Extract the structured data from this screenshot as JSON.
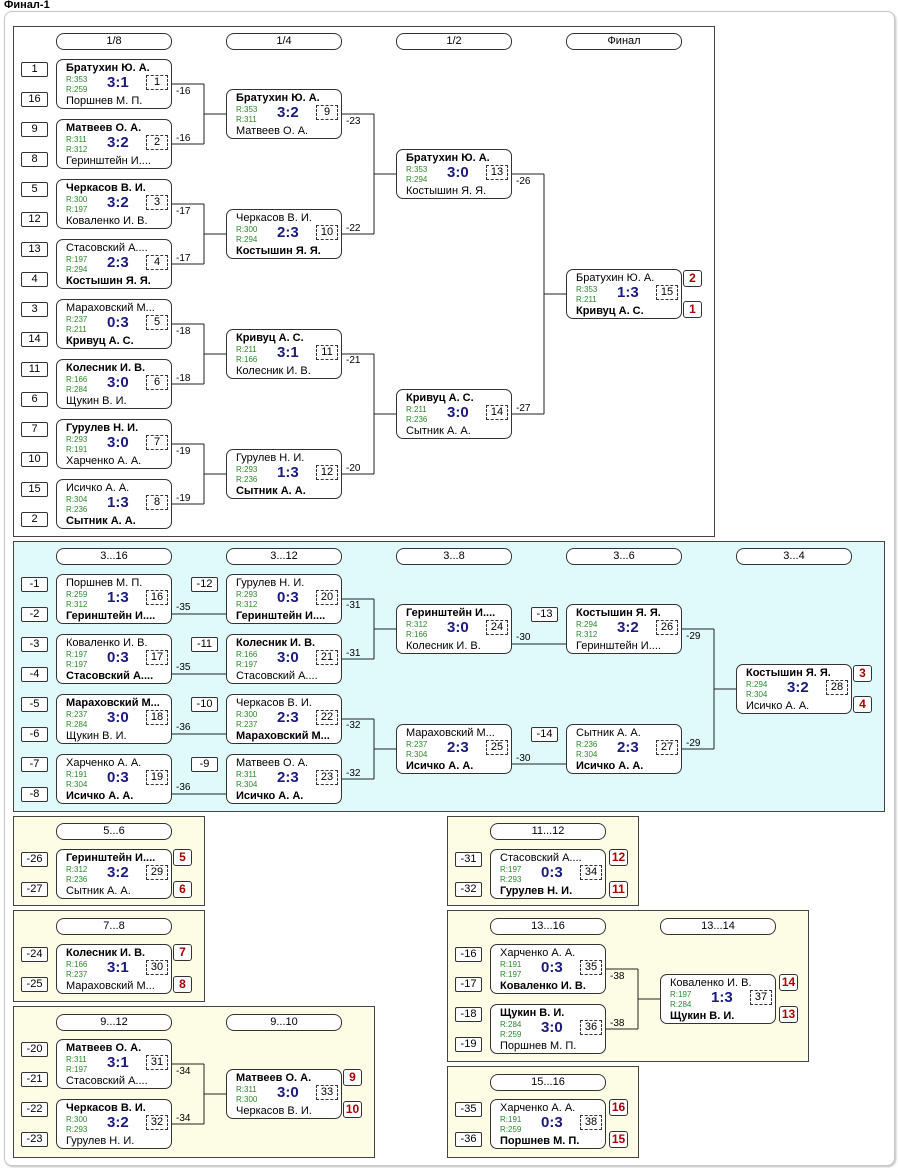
{
  "title": "Финал-1",
  "rounds": [
    "1/8",
    "1/4",
    "1/2",
    "Финал",
    "3...16",
    "3...12",
    "3...8",
    "3...6",
    "3...4",
    "5...6",
    "11...12",
    "7...8",
    "13...16",
    "13...14",
    "9...12",
    "9...10",
    "15...16"
  ],
  "seeds": [
    "1",
    "16",
    "9",
    "8",
    "5",
    "12",
    "13",
    "4",
    "3",
    "14",
    "11",
    "6",
    "7",
    "10",
    "15",
    "2",
    "-1",
    "-2",
    "-3",
    "-4",
    "-5",
    "-6",
    "-7",
    "-8",
    "-12",
    "-11",
    "-10",
    "-9",
    "-13",
    "-14",
    "-26",
    "-27",
    "-31",
    "-32",
    "-24",
    "-25",
    "-16",
    "-17",
    "-18",
    "-19",
    "-20",
    "-21",
    "-22",
    "-23",
    "-35",
    "-36"
  ],
  "places": [
    "2",
    "1",
    "3",
    "4",
    "5",
    "6",
    "12",
    "11",
    "7",
    "8",
    "14",
    "13",
    "9",
    "10",
    "16",
    "15"
  ],
  "losers": [
    "-16",
    "-16",
    "-17",
    "-17",
    "-18",
    "-18",
    "-19",
    "-19",
    "-23",
    "-22",
    "-21",
    "-20",
    "-26",
    "-27",
    "-35",
    "-35",
    "-36",
    "-36",
    "-31",
    "-31",
    "-32",
    "-32",
    "-30",
    "-30",
    "-29",
    "-29",
    "-34",
    "-34",
    "-38",
    "-38"
  ],
  "matches": [
    {
      "p1": "Братухин Ю. А.",
      "r1": "R:353",
      "p2": "Поршнев М. П.",
      "r2": "R:259",
      "score": "3:1",
      "num": "1",
      "w": 1
    },
    {
      "p1": "Матвеев О. А.",
      "r1": "R:311",
      "p2": "Геринштейн И....",
      "r2": "R:312",
      "score": "3:2",
      "num": "2",
      "w": 1
    },
    {
      "p1": "Черкасов В. И.",
      "r1": "R:300",
      "p2": "Коваленко И. В.",
      "r2": "R:197",
      "score": "3:2",
      "num": "3",
      "w": 1
    },
    {
      "p1": "Стасовский А....",
      "r1": "R:197",
      "p2": "Костышин Я. Я.",
      "r2": "R:294",
      "score": "2:3",
      "num": "4",
      "w": 2
    },
    {
      "p1": "Мараховский М...",
      "r1": "R:237",
      "p2": "Кривуц А. С.",
      "r2": "R:211",
      "score": "0:3",
      "num": "5",
      "w": 2
    },
    {
      "p1": "Колесник И. В.",
      "r1": "R:166",
      "p2": "Щукин В. И.",
      "r2": "R:284",
      "score": "3:0",
      "num": "6",
      "w": 1
    },
    {
      "p1": "Гурулев Н. И.",
      "r1": "R:293",
      "p2": "Харченко А. А.",
      "r2": "R:191",
      "score": "3:0",
      "num": "7",
      "w": 1
    },
    {
      "p1": "Исичко А. А.",
      "r1": "R:304",
      "p2": "Сытник А. А.",
      "r2": "R:236",
      "score": "1:3",
      "num": "8",
      "w": 2
    },
    {
      "p1": "Братухин Ю. А.",
      "r1": "R:353",
      "p2": "Матвеев О. А.",
      "r2": "R:311",
      "score": "3:2",
      "num": "9",
      "w": 1
    },
    {
      "p1": "Черкасов В. И.",
      "r1": "R:300",
      "p2": "Костышин Я. Я.",
      "r2": "R:294",
      "score": "2:3",
      "num": "10",
      "w": 2
    },
    {
      "p1": "Кривуц А. С.",
      "r1": "R:211",
      "p2": "Колесник И. В.",
      "r2": "R:166",
      "score": "3:1",
      "num": "11",
      "w": 1
    },
    {
      "p1": "Гурулев Н. И.",
      "r1": "R:293",
      "p2": "Сытник А. А.",
      "r2": "R:236",
      "score": "1:3",
      "num": "12",
      "w": 2
    },
    {
      "p1": "Братухин Ю. А.",
      "r1": "R:353",
      "p2": "Костышин Я. Я.",
      "r2": "R:294",
      "score": "3:0",
      "num": "13",
      "w": 1
    },
    {
      "p1": "Кривуц А. С.",
      "r1": "R:211",
      "p2": "Сытник А. А.",
      "r2": "R:236",
      "score": "3:0",
      "num": "14",
      "w": 1
    },
    {
      "p1": "Братухин Ю. А.",
      "r1": "R:353",
      "p2": "Кривуц А. С.",
      "r2": "R:211",
      "score": "1:3",
      "num": "15",
      "w": 2
    },
    {
      "p1": "Поршнев М. П.",
      "r1": "R:259",
      "p2": "Геринштейн И....",
      "r2": "R:312",
      "score": "1:3",
      "num": "16",
      "w": 2
    },
    {
      "p1": "Коваленко И. В.",
      "r1": "R:197",
      "p2": "Стасовский А....",
      "r2": "R:197",
      "score": "0:3",
      "num": "17",
      "w": 2
    },
    {
      "p1": "Мараховский М...",
      "r1": "R:237",
      "p2": "Щукин В. И.",
      "r2": "R:284",
      "score": "3:0",
      "num": "18",
      "w": 1
    },
    {
      "p1": "Харченко А. А.",
      "r1": "R:191",
      "p2": "Исичко А. А.",
      "r2": "R:304",
      "score": "0:3",
      "num": "19",
      "w": 2
    },
    {
      "p1": "Гурулев Н. И.",
      "r1": "R:293",
      "p2": "Геринштейн И....",
      "r2": "R:312",
      "score": "0:3",
      "num": "20",
      "w": 2
    },
    {
      "p1": "Колесник И. В.",
      "r1": "R:166",
      "p2": "Стасовский А....",
      "r2": "R:197",
      "score": "3:0",
      "num": "21",
      "w": 1
    },
    {
      "p1": "Черкасов В. И.",
      "r1": "R:300",
      "p2": "Мараховский М...",
      "r2": "R:237",
      "score": "2:3",
      "num": "22",
      "w": 2
    },
    {
      "p1": "Матвеев О. А.",
      "r1": "R:311",
      "p2": "Исичко А. А.",
      "r2": "R:304",
      "score": "2:3",
      "num": "23",
      "w": 2
    },
    {
      "p1": "Геринштейн И....",
      "r1": "R:312",
      "p2": "Колесник И. В.",
      "r2": "R:166",
      "score": "3:0",
      "num": "24",
      "w": 1
    },
    {
      "p1": "Мараховский М...",
      "r1": "R:237",
      "p2": "Исичко А. А.",
      "r2": "R:304",
      "score": "2:3",
      "num": "25",
      "w": 2
    },
    {
      "p1": "Костышин Я. Я.",
      "r1": "R:294",
      "p2": "Геринштейн И....",
      "r2": "R:312",
      "score": "3:2",
      "num": "26",
      "w": 1
    },
    {
      "p1": "Сытник А. А.",
      "r1": "R:236",
      "p2": "Исичко А. А.",
      "r2": "R:304",
      "score": "2:3",
      "num": "27",
      "w": 2
    },
    {
      "p1": "Костышин Я. Я.",
      "r1": "R:294",
      "p2": "Исичко А. А.",
      "r2": "R:304",
      "score": "3:2",
      "num": "28",
      "w": 1
    },
    {
      "p1": "Геринштейн И....",
      "r1": "R:312",
      "p2": "Сытник А. А.",
      "r2": "R:236",
      "score": "3:2",
      "num": "29",
      "w": 1
    },
    {
      "p1": "Колесник И. В.",
      "r1": "R:166",
      "p2": "Мараховский М...",
      "r2": "R:237",
      "score": "3:1",
      "num": "30",
      "w": 1
    },
    {
      "p1": "Матвеев О. А.",
      "r1": "R:311",
      "p2": "Стасовский А....",
      "r2": "R:197",
      "score": "3:1",
      "num": "31",
      "w": 1
    },
    {
      "p1": "Черкасов В. И.",
      "r1": "R:300",
      "p2": "Гурулев Н. И.",
      "r2": "R:293",
      "score": "3:2",
      "num": "32",
      "w": 1
    },
    {
      "p1": "Матвеев О. А.",
      "r1": "R:311",
      "p2": "Черкасов В. И.",
      "r2": "R:300",
      "score": "3:0",
      "num": "33",
      "w": 1
    },
    {
      "p1": "Стасовский А....",
      "r1": "R:197",
      "p2": "Гурулев Н. И.",
      "r2": "R:293",
      "score": "0:3",
      "num": "34",
      "w": 2
    },
    {
      "p1": "Харченко А. А.",
      "r1": "R:191",
      "p2": "Коваленко И. В.",
      "r2": "R:197",
      "score": "0:3",
      "num": "35",
      "w": 2
    },
    {
      "p1": "Щукин В. И.",
      "r1": "R:284",
      "p2": "Поршнев М. П.",
      "r2": "R:259",
      "score": "3:0",
      "num": "36",
      "w": 1
    },
    {
      "p1": "Коваленко И. В.",
      "r1": "R:197",
      "p2": "Щукин В. И.",
      "r2": "R:284",
      "score": "1:3",
      "num": "37",
      "w": 2
    },
    {
      "p1": "Харченко А. А.",
      "r1": "R:191",
      "p2": "Поршнев М. П.",
      "r2": "R:259",
      "score": "0:3",
      "num": "38",
      "w": 2
    }
  ]
}
